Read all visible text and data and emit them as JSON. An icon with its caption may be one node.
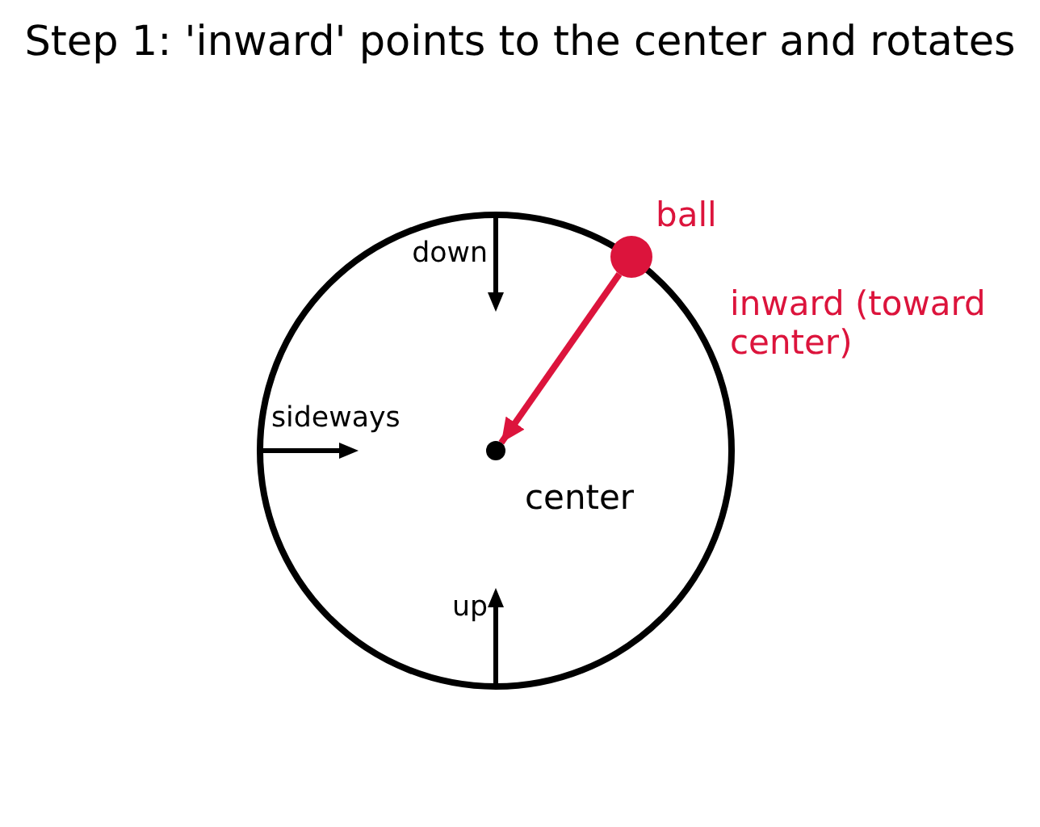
{
  "diagram": {
    "title": "Step 1: 'inward' points to the center and rotates",
    "nodes": [
      {
        "text": [],
        "shape": "circle",
        "beside": [
          "ball"
        ]
      },
      {
        "text": [],
        "shape": "circle",
        "beside": [
          "center"
        ]
      }
    ],
    "edges": [
      {
        "from": 0,
        "to": 1,
        "arrow": "to",
        "label": "inward (toward center)",
        "color": "#dc143c"
      }
    ],
    "labels": [
      "down",
      "sideways",
      "up"
    ]
  }
}
